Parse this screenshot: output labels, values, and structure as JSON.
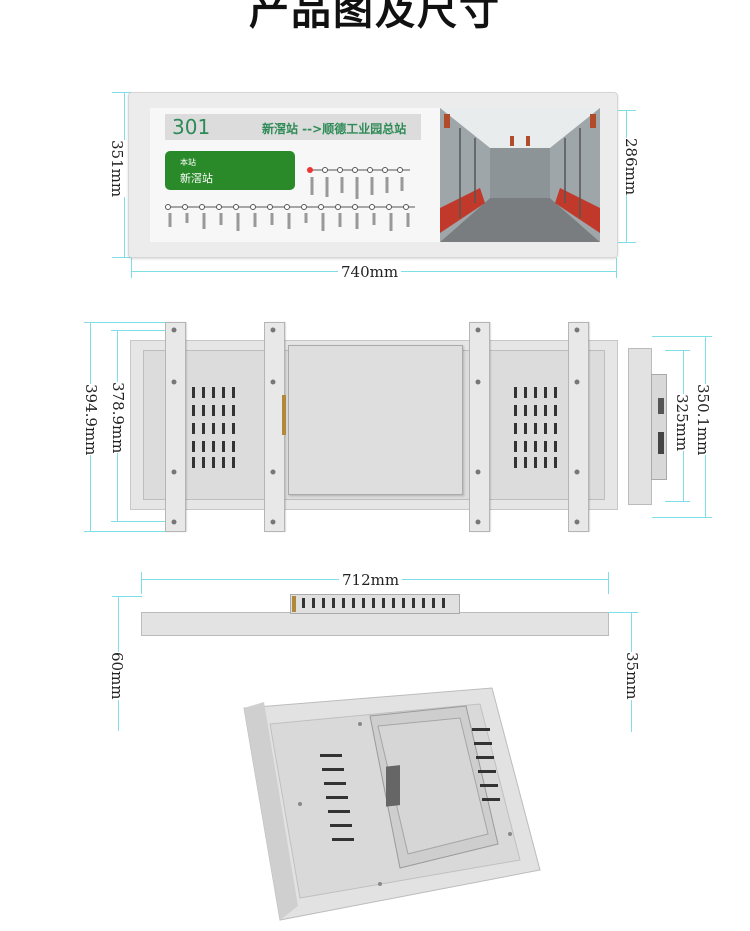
{
  "title": "产品图及尺寸",
  "dimensions": {
    "front_height": "351mm",
    "screen_height": "286mm",
    "front_width": "740mm",
    "back_outer_height": "394.9mm",
    "back_inner_height": "378.9mm",
    "side_height_outer": "350.1mm",
    "side_height_inner": "325mm",
    "bottom_width": "712mm",
    "depth_total": "60mm",
    "depth_body": "35mm"
  },
  "screen_ui": {
    "route_number": "301",
    "route_text": "新滘站 -->顺德工业园总站",
    "current_label": "本站",
    "current_station": "新滘站"
  },
  "colors": {
    "accent_green": "#2a8a2a",
    "dimension_line": "#7ee0e6"
  }
}
